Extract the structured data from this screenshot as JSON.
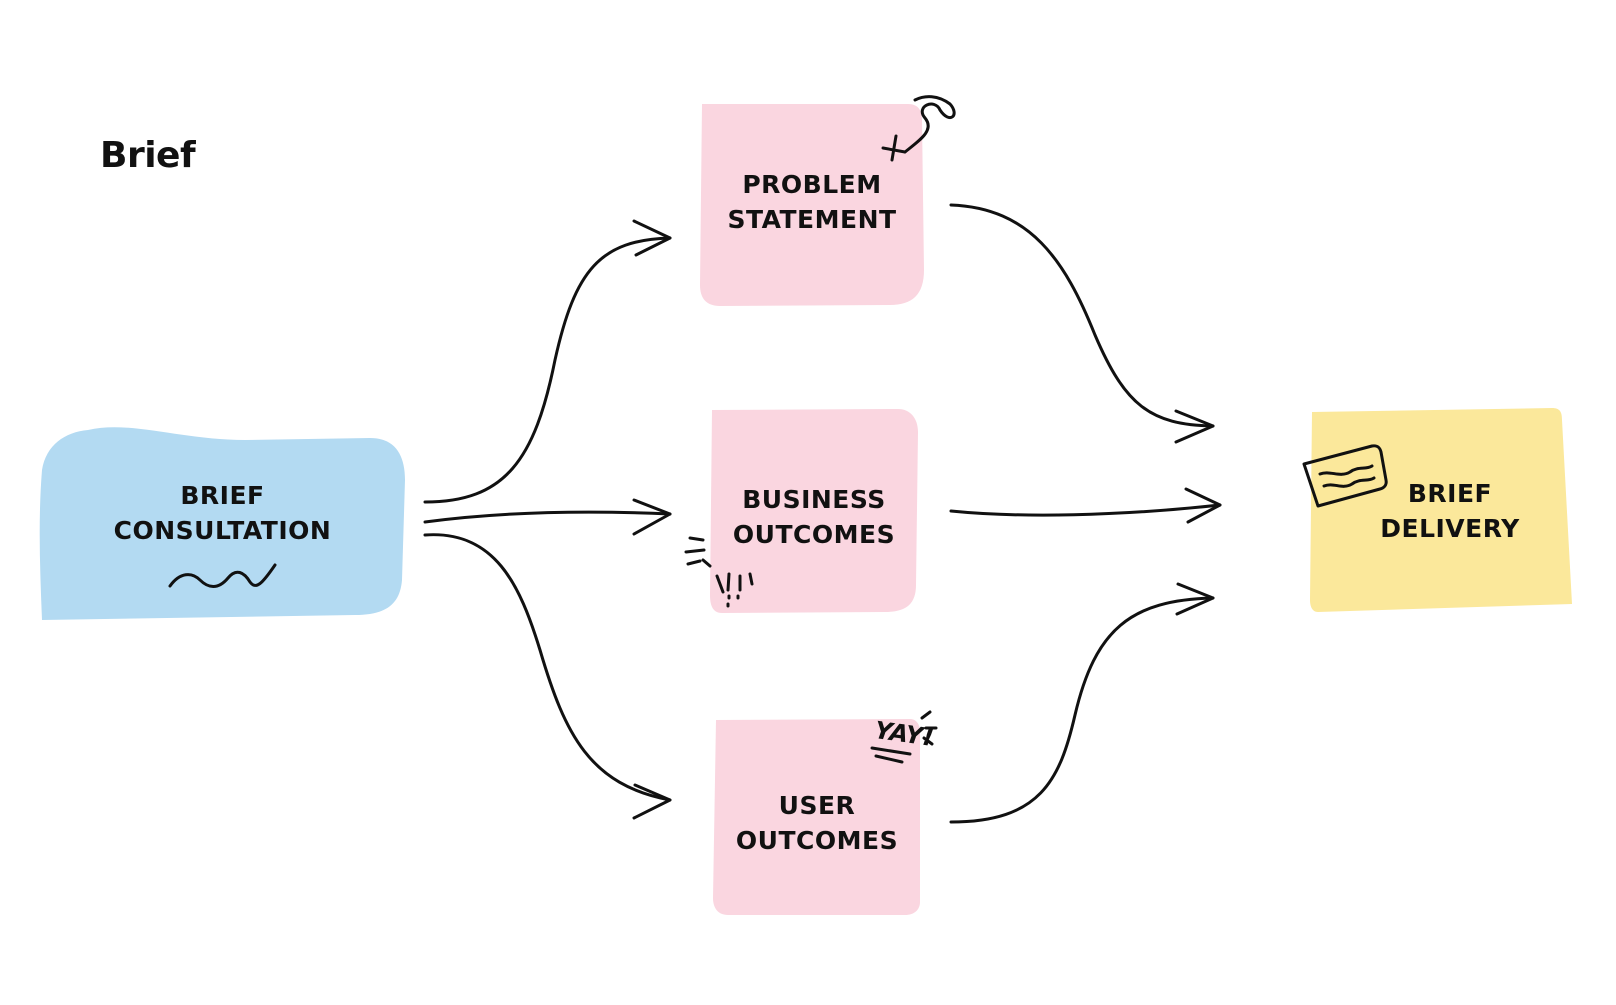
{
  "title": "Brief",
  "colors": {
    "consultation": "#b3daf2",
    "middle_notes": "#fad6e0",
    "delivery": "#fbe89b",
    "ink": "#111111"
  },
  "nodes": {
    "consultation": {
      "line1": "BRIEF",
      "line2": "CONSULTATION"
    },
    "problem": {
      "line1": "PROBLEM",
      "line2": "STATEMENT"
    },
    "business": {
      "line1": "BUSINESS",
      "line2": "OUTCOMES"
    },
    "user": {
      "line1": "USER",
      "line2": "OUTCOMES"
    },
    "delivery": {
      "line1": "BRIEF",
      "line2": "DELIVERY"
    }
  },
  "doodles": {
    "yay": "YAY!"
  },
  "icons": [
    "squiggle-icon",
    "sparkle-icon",
    "exclamation-icon",
    "cheer-icon",
    "ticket-icon"
  ]
}
